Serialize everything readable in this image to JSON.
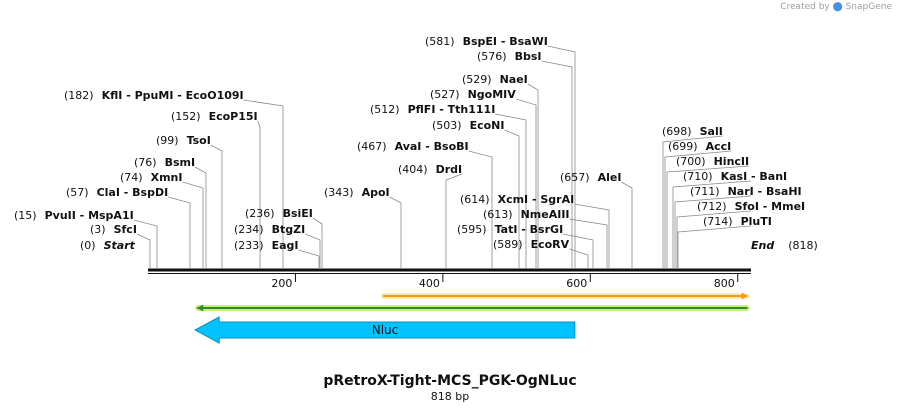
{
  "watermark": {
    "prefix": "Created by",
    "brand": "SnapGene"
  },
  "plasmid": {
    "name": "pRetroX-Tight-MCS_PGK-OgNLuc",
    "size_label": "818 bp",
    "length": 818
  },
  "axis": {
    "ticks": [
      200,
      400,
      600,
      800
    ]
  },
  "features": [
    {
      "name": "",
      "start": 316,
      "end": 816,
      "direction": "forward",
      "color": "#f39c12",
      "style": "thin"
    },
    {
      "name": "",
      "start": 64,
      "end": 816,
      "direction": "reverse",
      "color": "#2e8b2e",
      "style": "thin"
    },
    {
      "name": "Nluc",
      "start": 64,
      "end": 579,
      "direction": "reverse",
      "color": "#00c3ff",
      "style": "block"
    }
  ],
  "sites": [
    {
      "pos": "(0)",
      "names": [
        "Start"
      ],
      "italic": true,
      "site": 0
    },
    {
      "pos": "(3)",
      "names": [
        "SfcI"
      ],
      "site": 3
    },
    {
      "pos": "(15)",
      "names": [
        "PvuII",
        "MspA1I"
      ],
      "site": 15
    },
    {
      "pos": "(57)",
      "names": [
        "ClaI",
        "BspDI"
      ],
      "site": 57
    },
    {
      "pos": "(74)",
      "names": [
        "XmnI"
      ],
      "site": 74
    },
    {
      "pos": "(76)",
      "names": [
        "BsmI"
      ],
      "site": 76
    },
    {
      "pos": "(99)",
      "names": [
        "TsoI"
      ],
      "site": 99
    },
    {
      "pos": "(152)",
      "names": [
        "EcoP15I"
      ],
      "site": 152
    },
    {
      "pos": "(182)",
      "names": [
        "KflI",
        "PpuMI",
        "EcoO109I"
      ],
      "site": 182
    },
    {
      "pos": "(233)",
      "names": [
        "EagI"
      ],
      "site": 233
    },
    {
      "pos": "(234)",
      "names": [
        "BtgZI"
      ],
      "site": 234
    },
    {
      "pos": "(236)",
      "names": [
        "BsiEI"
      ],
      "site": 236
    },
    {
      "pos": "(343)",
      "names": [
        "ApoI"
      ],
      "site": 343
    },
    {
      "pos": "(404)",
      "names": [
        "DrdI"
      ],
      "site": 404
    },
    {
      "pos": "(467)",
      "names": [
        "AvaI",
        "BsoBI"
      ],
      "site": 467
    },
    {
      "pos": "(503)",
      "names": [
        "EcoNI"
      ],
      "site": 503
    },
    {
      "pos": "(512)",
      "names": [
        "PflFI",
        "Tth111I"
      ],
      "site": 512
    },
    {
      "pos": "(527)",
      "names": [
        "NgoMIV"
      ],
      "site": 527
    },
    {
      "pos": "(529)",
      "names": [
        "NaeI"
      ],
      "site": 529
    },
    {
      "pos": "(576)",
      "names": [
        "BbsI"
      ],
      "site": 576
    },
    {
      "pos": "(581)",
      "names": [
        "BspEI",
        "BsaWI"
      ],
      "site": 581
    },
    {
      "pos": "(589)",
      "names": [
        "EcoRV"
      ],
      "site": 589
    },
    {
      "pos": "(595)",
      "names": [
        "TatI",
        "BsrGI"
      ],
      "site": 595
    },
    {
      "pos": "(613)",
      "names": [
        "NmeAIII"
      ],
      "site": 613
    },
    {
      "pos": "(614)",
      "names": [
        "XcmI",
        "SgrAI"
      ],
      "site": 614
    },
    {
      "pos": "(657)",
      "names": [
        "AleI"
      ],
      "site": 657
    },
    {
      "pos": "(698)",
      "names": [
        "SalI"
      ],
      "site": 698
    },
    {
      "pos": "(699)",
      "names": [
        "AccI"
      ],
      "site": 699
    },
    {
      "pos": "(700)",
      "names": [
        "HincII"
      ],
      "site": 700
    },
    {
      "pos": "(710)",
      "names": [
        "KasI",
        "BanI"
      ],
      "site": 710
    },
    {
      "pos": "(711)",
      "names": [
        "NarI",
        "BsaHI"
      ],
      "site": 711
    },
    {
      "pos": "(712)",
      "names": [
        "SfoI",
        "MmeI"
      ],
      "site": 712
    },
    {
      "pos": "(714)",
      "names": [
        "PluTI"
      ],
      "site": 714
    },
    {
      "pos": "(818)",
      "names": [
        "End"
      ],
      "italic": true,
      "site": 818
    }
  ]
}
